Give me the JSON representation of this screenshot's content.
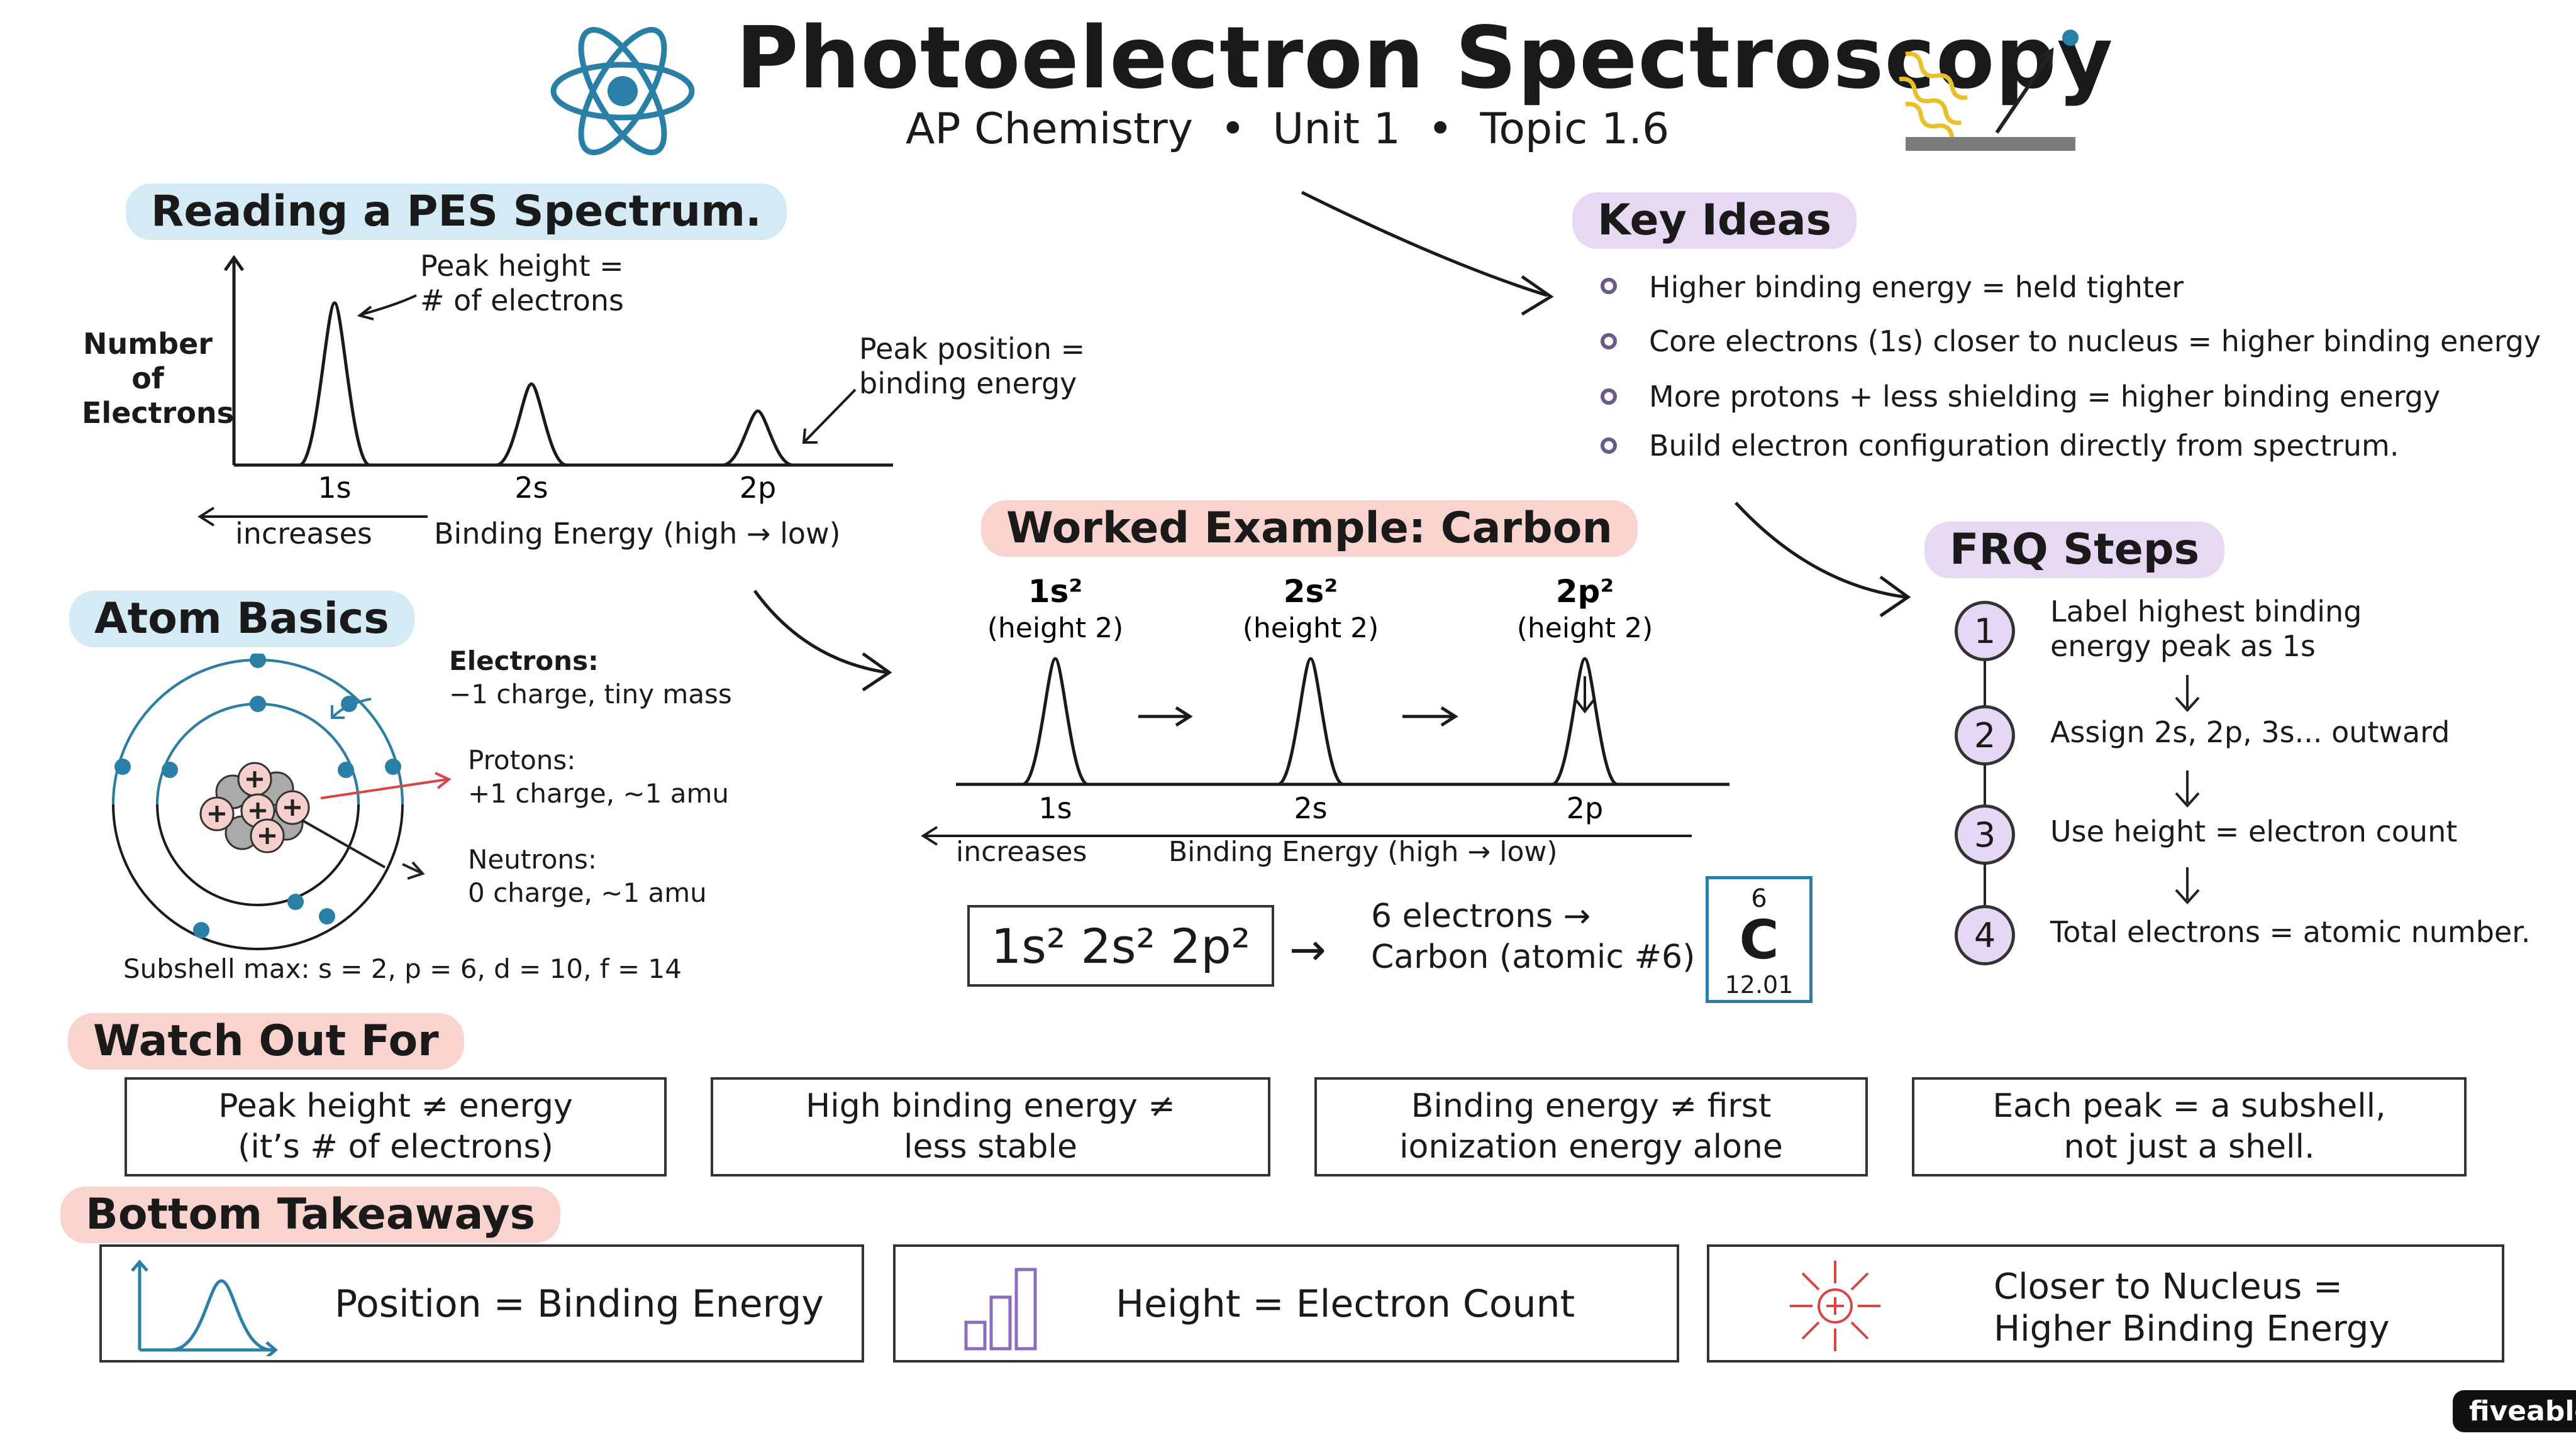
{
  "header": {
    "title": "Photoelectron Spectroscopy",
    "subtitle": "AP Chemistry  •  Unit 1  •  Topic 1.6"
  },
  "reading": {
    "heading": "Reading a PES Spectrum.",
    "y_axis_label": [
      "Number",
      "of",
      "Electrons"
    ],
    "peak_height_note": [
      "Peak height =",
      "# of electrons"
    ],
    "peak_position_note": [
      "Peak position =",
      "binding energy"
    ],
    "peaks": [
      {
        "label": "1s",
        "height": 3
      },
      {
        "label": "2s",
        "height": 1.5
      },
      {
        "label": "2p",
        "height": 1
      }
    ],
    "increases_label": "increases",
    "x_axis_label": "Binding Energy (high → low)"
  },
  "atom": {
    "heading": "Atom Basics",
    "electrons": [
      "Electrons:",
      "−1 charge, tiny mass"
    ],
    "protons": [
      "Protons:",
      "+1 charge, ~1 amu"
    ],
    "neutrons": [
      "Neutrons:",
      "0 charge, ~1 amu"
    ],
    "subshell_max": "Subshell max: s = 2, p = 6, d = 10, f = 14"
  },
  "key_ideas": {
    "heading": "Key Ideas",
    "items": [
      "Higher binding energy = held tighter",
      "Core electrons (1s) closer to nucleus = higher binding energy",
      "More protons + less shielding = higher binding energy",
      "Build electron configuration directly from spectrum."
    ]
  },
  "worked": {
    "heading": "Worked Example: Carbon",
    "peaks": [
      {
        "label": "1s",
        "top": "1s²",
        "sub": "(height 2)",
        "height": 2
      },
      {
        "label": "2s",
        "top": "2s²",
        "sub": "(height 2)",
        "height": 2
      },
      {
        "label": "2p",
        "top": "2p²",
        "sub": "(height 2)",
        "height": 2
      }
    ],
    "increases_label": "increases",
    "x_axis_label": "Binding Energy (high → low)",
    "configuration": "1s² 2s² 2p²",
    "result": [
      "6 electrons →",
      "Carbon (atomic #6)"
    ],
    "element": {
      "number": "6",
      "symbol": "C",
      "mass": "12.01"
    }
  },
  "frq": {
    "heading": "FRQ Steps",
    "steps": [
      {
        "num": "1",
        "text": [
          "Label highest binding",
          "energy peak as 1s"
        ]
      },
      {
        "num": "2",
        "text": [
          "Assign 2s, 2p, 3s... outward"
        ]
      },
      {
        "num": "3",
        "text": [
          "Use height = electron count"
        ]
      },
      {
        "num": "4",
        "text": [
          "Total electrons = atomic number."
        ]
      }
    ]
  },
  "watch": {
    "heading": "Watch Out For",
    "boxes": [
      [
        "Peak height ≠ energy",
        "(it’s # of electrons)"
      ],
      [
        "High binding energy ≠",
        "less stable"
      ],
      [
        "Binding energy ≠ first",
        "ionization energy alone"
      ],
      [
        "Each peak = a subshell,",
        "not just a shell."
      ]
    ]
  },
  "takeaways": {
    "heading": "Bottom Takeaways",
    "items": [
      {
        "icon": "peak-graph-icon",
        "text": [
          "Position = Binding Energy"
        ]
      },
      {
        "icon": "bar-chart-icon",
        "text": [
          "Height = Electron Count"
        ]
      },
      {
        "icon": "nucleus-attraction-icon",
        "text": [
          "Closer to Nucleus =",
          "Higher Binding Energy"
        ]
      }
    ]
  },
  "brand": "fiveable",
  "colors": {
    "atom_blue": "#2a7fa6",
    "proton_red": "#d94545",
    "purple": "#8a6bbd",
    "light_yellow": "#e8c12a"
  }
}
